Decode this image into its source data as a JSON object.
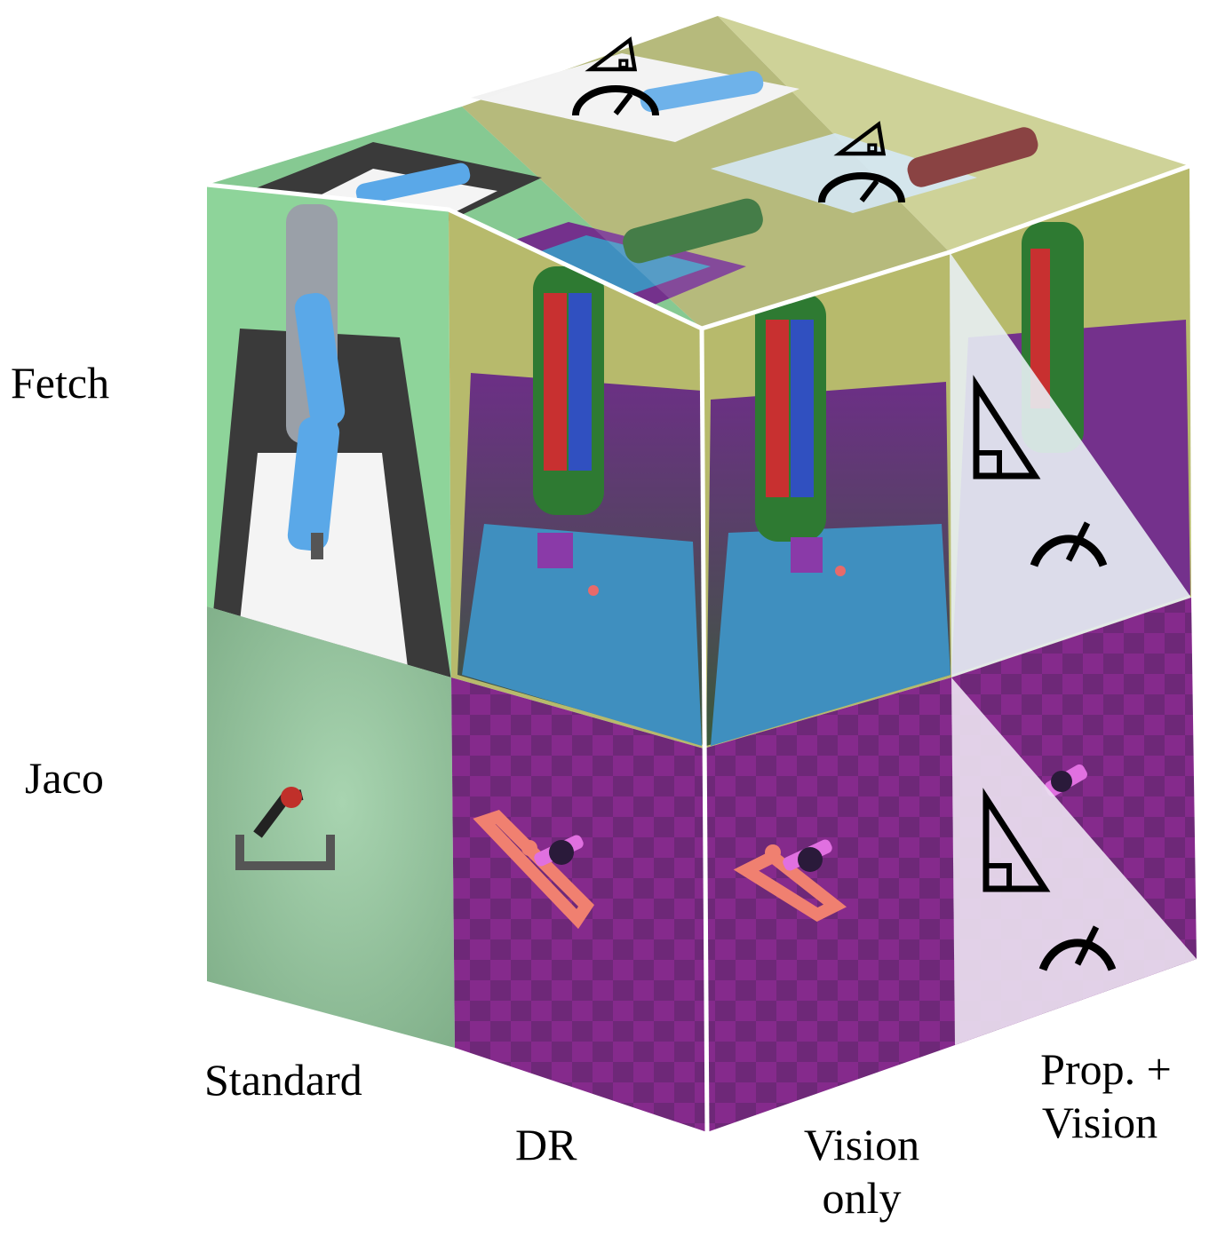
{
  "row_labels": {
    "fetch": "Fetch",
    "jaco": "Jaco"
  },
  "column_labels": {
    "standard": "Standard",
    "dr": "DR",
    "vision_only_line1": "Vision",
    "vision_only_line2": "only",
    "prop_vision_line1": "Prop. +",
    "prop_vision_line2": "Vision"
  },
  "icons": [
    "ruler-triangle-icon",
    "speedometer-icon"
  ],
  "colors": {
    "standard_fetch_bg": "#8ed49a",
    "standard_jaco_bg": "#9cc8a4",
    "dr_fetch_bg": "#b7ba6c",
    "dr_floor": "#74318c",
    "dr_table": "#3f8fbf",
    "jaco_dr_bg": "#8a2a8f",
    "fetch_robot": "#5aa8e8",
    "jaco_handle": "#f08070",
    "overlay": "#e8f0f4"
  }
}
